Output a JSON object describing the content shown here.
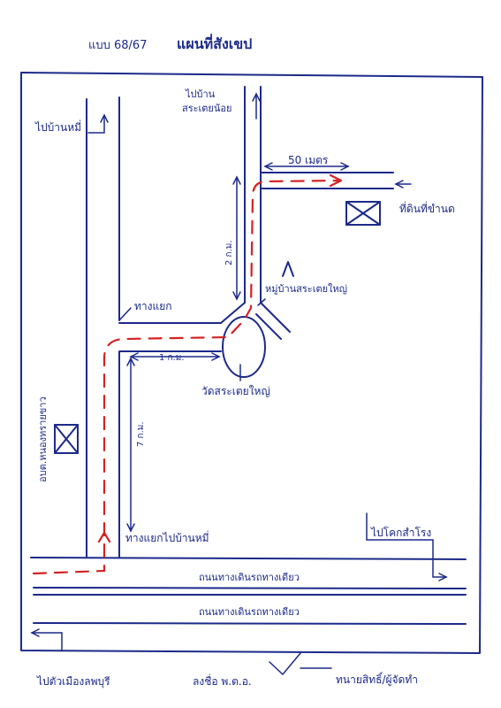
{
  "header": {
    "ref_no": "แบบ 68/67",
    "title": "แผนที่สังเขป"
  },
  "labels": {
    "to_ban_nong_bua": "ไปบ้านหมี่",
    "to_ban_sra_toei_noi": "ไปบ้าน\nสระเตยน้อย",
    "distance_50m": "50 เมตร",
    "land_location": "ที่ดินที่ขำนด",
    "distance_2km": "2 ก.ม.",
    "village_sra_toei_yai": "หมู่บ้านสระเตยใหญ่",
    "junction": "ทางแยก",
    "distance_1km": "1 ก.ม.",
    "temple": "วัดสระเตยใหญ่",
    "district_office": "อบต.หนองทรายขาว",
    "distance_7km": "7 ก.ม.",
    "junction_to_ban_mi": "ทางแยกไปบ้านหมี่",
    "to_khok_samrong": "ไปโคกสำโรง",
    "highway_upper": "ถนนทางเดินรถทางเดียว",
    "highway_lower": "ถนนทางเดินรถทางเดียว",
    "to_lopburi": "ไปตัวเมืองลพบุรี",
    "signature": "ลงชื่อ พ.ต.อ.",
    "sign_suffix": "ทนายสิทธิ์/ผู้จัดทำ"
  },
  "colors": {
    "ink": "#1c2a8a",
    "route": "#d42222"
  }
}
